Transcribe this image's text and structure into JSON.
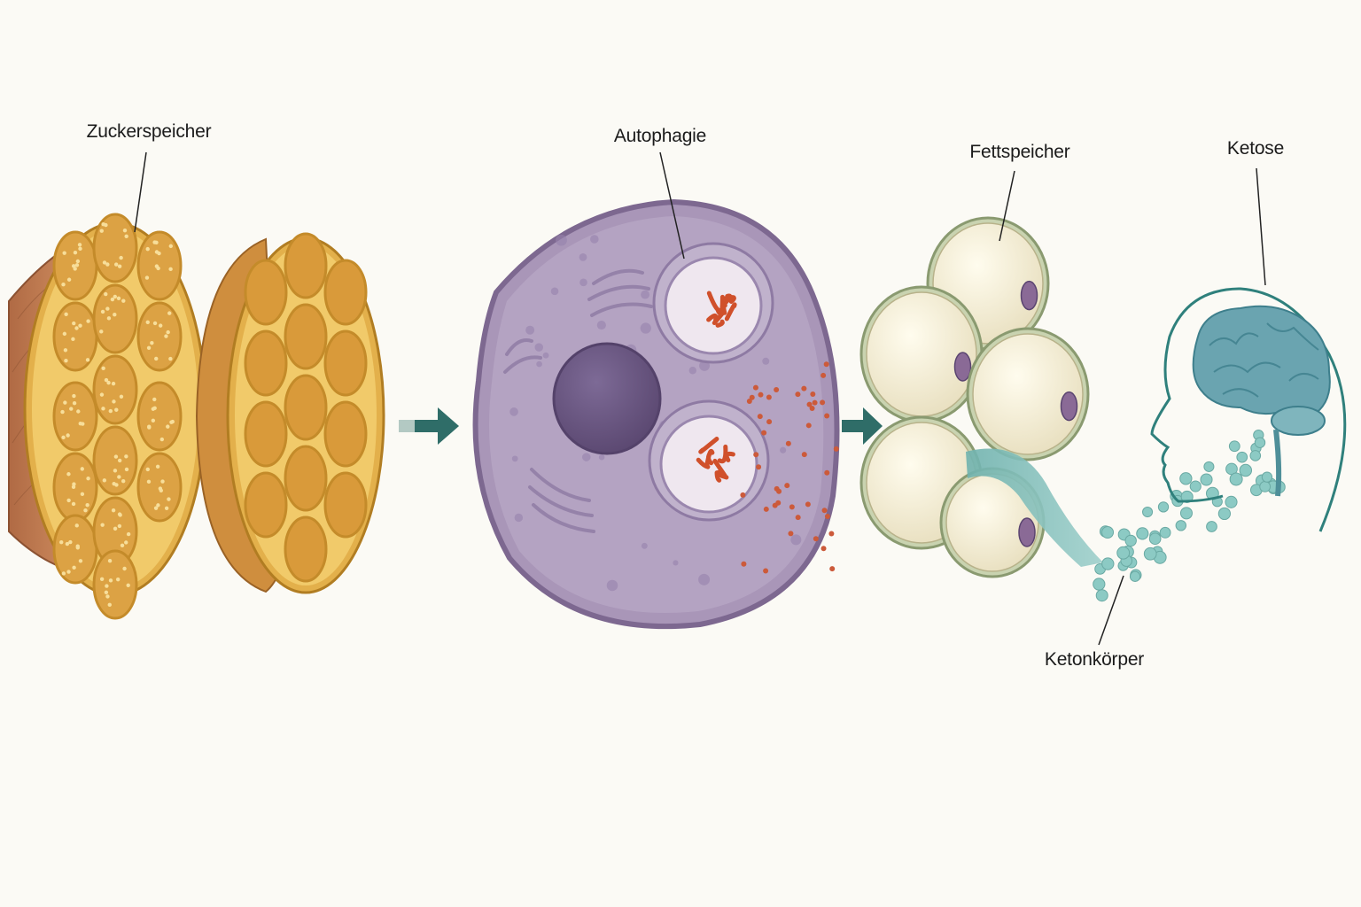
{
  "labels": {
    "sugar_store": "Zuckerspeicher",
    "autophagy": "Autophagie",
    "fat_store": "Fettspeicher",
    "ketosis": "Ketose",
    "ketone_bodies": "Ketonkörper"
  },
  "colors": {
    "background": "#fbfaf5",
    "glycogen": "#d9a23a",
    "cell": "#a996b8",
    "nucleus": "#6e5a86",
    "protein": "#d9522a",
    "fat": "#f3ecd2",
    "arrow": "#2f6d68",
    "ketone": "#7fbfba"
  },
  "icons": {
    "muscle": "muscle-cross-section",
    "cell": "cell-with-autophagosomes",
    "fat": "fat-cell-cluster",
    "head": "head-with-brain"
  }
}
